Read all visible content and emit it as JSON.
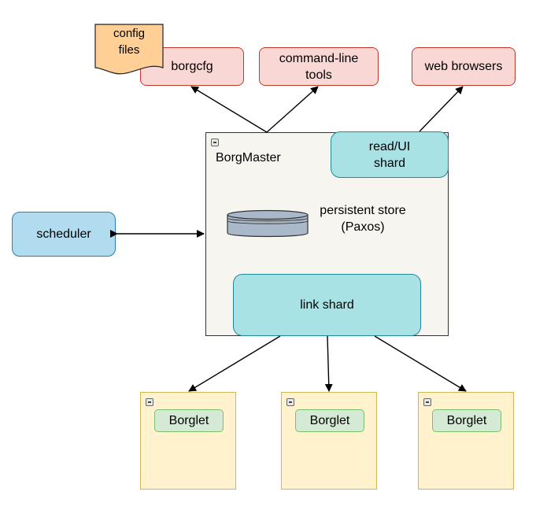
{
  "colors": {
    "pink_fill": "#f8d7d5",
    "pink_border": "#c0392b",
    "cyan_fill": "#a8e2e4",
    "blue_fill": "#b1dcef",
    "green_fill": "#d5ead4",
    "yellow_fill": "#fff2cc",
    "orange_doc": "#ffcf96",
    "cylinder_fill": "#a9b9c9",
    "cream_fill": "#f7f5ef"
  },
  "clients": {
    "config_files": "config\nfiles",
    "borgcfg": "borgcfg",
    "command_line_tools": "command-line\ntools",
    "web_browsers": "web browsers"
  },
  "borgmaster": {
    "title": "BorgMaster",
    "read_ui_shard": "read/UI\nshard",
    "persistent_store": "persistent store\n(Paxos)",
    "link_shard": "link shard"
  },
  "scheduler": "scheduler",
  "borglets": [
    {
      "label": "Borglet"
    },
    {
      "label": "Borglet"
    },
    {
      "label": "Borglet"
    }
  ]
}
